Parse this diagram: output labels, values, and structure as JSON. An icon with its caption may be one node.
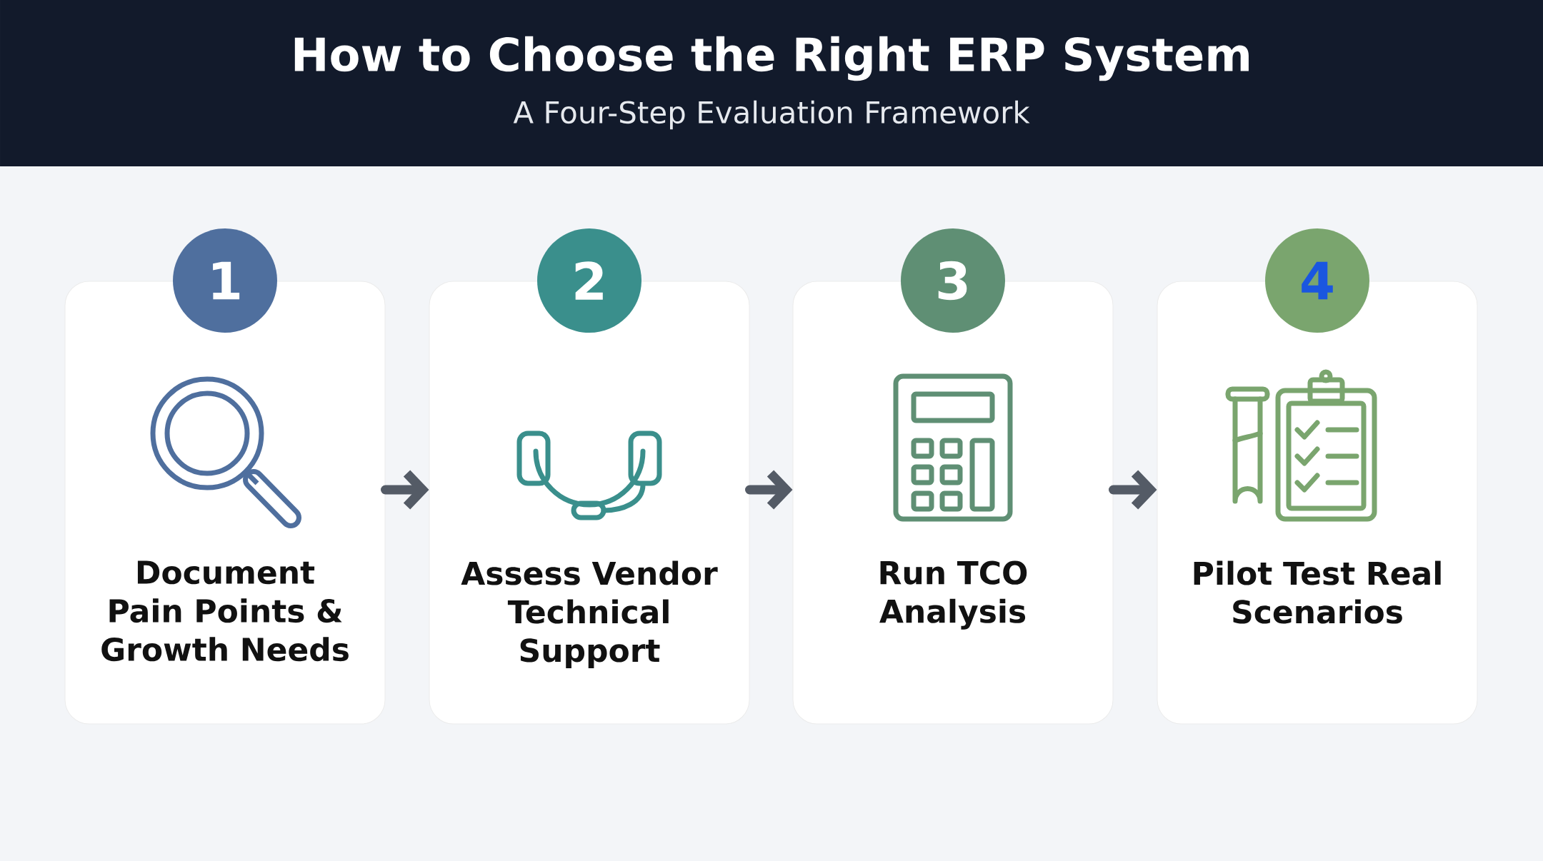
{
  "diagram": {
    "title": "How to Choose the Right ERP System",
    "nodes": [
      {
        "text": [
          "1",
          "Document Pain Points & Growth Needs"
        ]
      },
      {
        "text": [
          "2",
          "Assess Vendor Technical Support"
        ]
      },
      {
        "text": [
          "3",
          "Run TCO Analysis"
        ]
      },
      {
        "text": [
          "4",
          "Pilot Test Real Scenarios"
        ]
      }
    ],
    "edges": [
      {
        "from": 0,
        "to": 1,
        "arrow": "to"
      },
      {
        "from": 1,
        "to": 2,
        "arrow": "to"
      },
      {
        "from": 2,
        "to": 3,
        "arrow": "to"
      }
    ],
    "labels": [
      "A Four-Step Evaluation Framework"
    ]
  }
}
